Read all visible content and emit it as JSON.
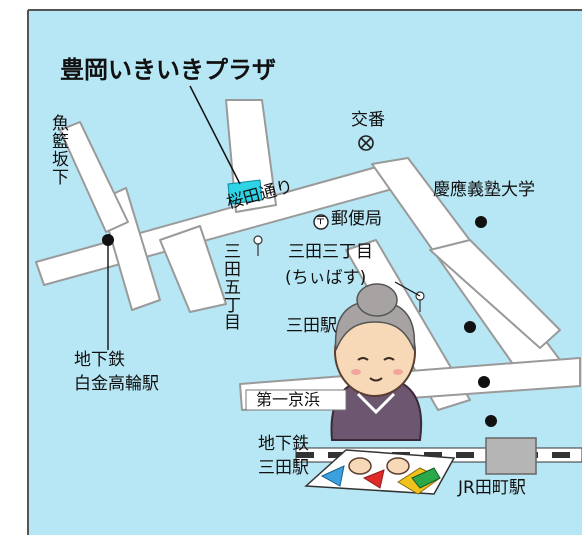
{
  "map": {
    "title": "豊岡いきいきプラザ",
    "labels": {
      "police_box": "交番",
      "uokai_zaka": [
        "魚",
        "籃",
        "坂",
        "下"
      ],
      "sakurada_dori": "桜田通り",
      "post_office": "郵便局",
      "post_symbol": "〒",
      "keio": "慶應義塾大学",
      "mita_3_line1": "三田三丁目",
      "mita_3_line2": "(ちぃばす)",
      "mita_5": [
        "三",
        "田",
        "五",
        "丁",
        "目"
      ],
      "mita_bus": "三田駅",
      "subway_shirokane_1": "地下鉄",
      "subway_shirokane_2": "白金高輪駅",
      "daiichi_keihin": "第一京浜",
      "subway_mita_1": "地下鉄",
      "subway_mita_2": "三田駅",
      "jr_tamachi": "JR田町駅"
    },
    "colors": {
      "background": "#b7e6f4",
      "road": "#ffffff",
      "road_outline": "#9a9a9a",
      "destination": "#2ed3e6",
      "station_dot": "#111111"
    }
  }
}
